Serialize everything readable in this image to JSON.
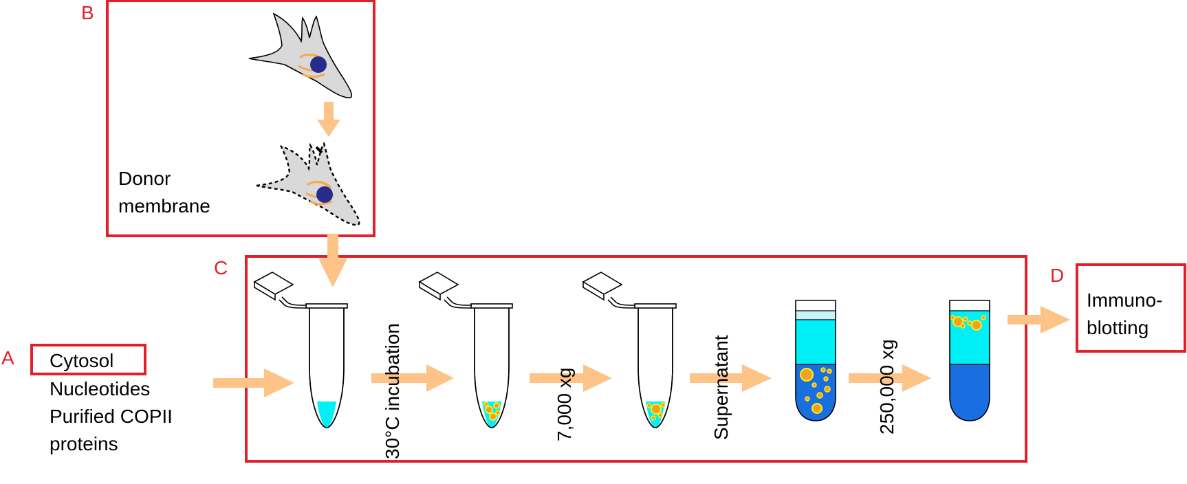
{
  "colors": {
    "frame_red": "#e2202a",
    "arrow_orange": "#fdc387",
    "cell_gray": "#d9d9d9",
    "nucleus_blue": "#262b8c",
    "golgi_orange": "#f7a84a",
    "cyan": "#00f0f8",
    "dark_blue": "#1a6fe0",
    "vesicle_orange": "#f5a021",
    "vesicle_yellow": "#f7f01a",
    "cap_light": "#c9f4f7"
  },
  "panels": {
    "A": "A",
    "B": "B",
    "C": "C",
    "D": "D"
  },
  "inputs": {
    "cytosol": "Cytosol",
    "nucleotides": "Nucleotides",
    "copii_line1": "Purified COPII",
    "copii_line2": "proteins"
  },
  "donor": {
    "line1": "Donor",
    "line2": "membrane"
  },
  "steps": {
    "incubation": "30°C incubation",
    "low_spin": "7,000 xg",
    "supernatant": "Supernatant",
    "high_spin": "250,000 xg"
  },
  "readout": {
    "line1": "Immuno-",
    "line2": "blotting"
  },
  "icons": [
    "donor-cell-icon",
    "permeabilized-cell-icon",
    "microcentrifuge-tube-icon",
    "ultracentrifuge-tube-icon",
    "process-arrow-icon"
  ]
}
